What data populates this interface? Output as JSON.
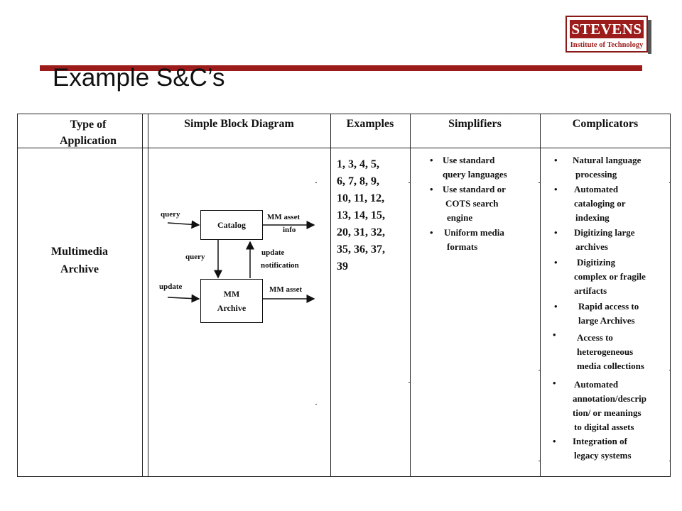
{
  "logo": {
    "name": "STEVENS",
    "sub": "Institute of Technology"
  },
  "page": {
    "title": "Example S&C’s"
  },
  "table": {
    "headers": {
      "type_line1": "Type of",
      "type_line2": "Application",
      "diagram": "Simple Block Diagram",
      "examples": "Examples",
      "simplifiers": "Simplifiers",
      "complicators": "Complicators"
    },
    "row": {
      "type_line1": "Multimedia",
      "type_line2": "Archive",
      "examples": [
        "1, 3, 4, 5,",
        "6, 7, 8, 9,",
        "10, 11, 12,",
        "13, 14, 15,",
        "20, 31, 32,",
        "35, 36, 37,",
        "39"
      ],
      "simplifiers": [
        {
          "lines": [
            "Use standard",
            "query languages"
          ]
        },
        {
          "lines": [
            "Use standard or",
            "COTS search",
            "engine"
          ]
        },
        {
          "lines": [
            "Uniform media",
            "formats"
          ]
        }
      ],
      "complicators": [
        {
          "lines": [
            "Natural language",
            "processing"
          ]
        },
        {
          "lines": [
            "Automated",
            "cataloging or",
            "indexing"
          ]
        },
        {
          "lines": [
            "Digitizing large",
            "archives"
          ]
        },
        {
          "lines": [
            "Digitizing",
            "complex or fragile",
            "artifacts"
          ]
        },
        {
          "lines": [
            "Rapid access to",
            "large Archives"
          ]
        },
        {
          "lines": [
            "Access to",
            "heterogeneous",
            "media collections"
          ]
        },
        {
          "lines": [
            "Automated",
            "annotation/descrip",
            "tion/ or meanings",
            "to digital assets"
          ]
        },
        {
          "lines": [
            "Integration of",
            "legacy systems"
          ]
        }
      ]
    }
  },
  "diagram": {
    "catalog": "Catalog",
    "archive_line1": "MM",
    "archive_line2": "Archive",
    "query_in": "query",
    "query_down": "query",
    "update_in": "update",
    "mm_asset_info_line1": "MM asset",
    "mm_asset_info_line2": "info",
    "update_notif_line1": "update",
    "update_notif_line2": "notification",
    "mm_asset_out": "MM asset"
  }
}
